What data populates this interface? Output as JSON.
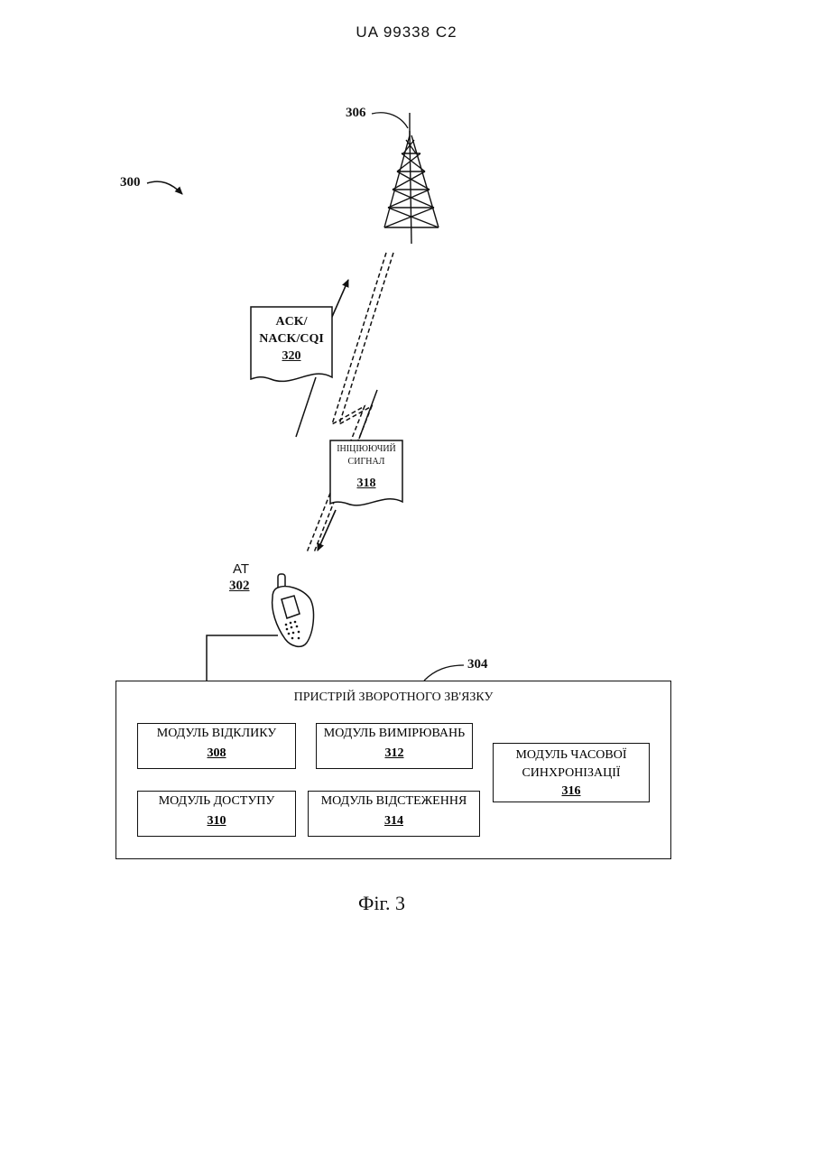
{
  "header": {
    "patent_number": "UA   99338   C2"
  },
  "figure": {
    "caption": "Фіг. 3",
    "refs": {
      "system": "300",
      "tower": "306",
      "terminal_label": "АТ",
      "terminal_number": "302",
      "feedback_device": "304"
    },
    "messages": {
      "ack": {
        "line1": "ACK/",
        "line2": "NACK/CQI",
        "number": "320"
      },
      "init": {
        "line1": "ІНІЦІЮЮЧИЙ",
        "line2": "СИГНАЛ",
        "number": "318"
      }
    },
    "feedback_device": {
      "title": "ПРИСТРІЙ ЗВОРОТНОГО ЗВ'ЯЗКУ",
      "modules": [
        {
          "label": "МОДУЛЬ ВІДКЛИКУ",
          "number": "308"
        },
        {
          "label": "МОДУЛЬ ДОСТУПУ",
          "number": "310"
        },
        {
          "label": "МОДУЛЬ ВИМІРЮВАНЬ",
          "number": "312"
        },
        {
          "label": "МОДУЛЬ ВІДСТЕЖЕННЯ",
          "number": "314"
        },
        {
          "label1": "МОДУЛЬ ЧАСОВОЇ",
          "label2": "СИНХРОНІЗАЦІЇ",
          "number": "316"
        }
      ]
    }
  }
}
